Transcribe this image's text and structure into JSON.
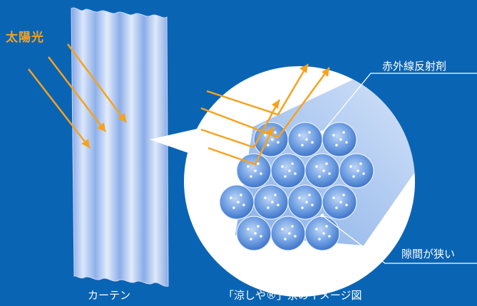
{
  "labels": {
    "sunlight": "太陽光",
    "reflector": "赤外線反射剤",
    "narrow_gap": "隙間が狭い",
    "curtain_caption": "カーテン",
    "image_caption": "「涼しや®」糸のイメージ図"
  },
  "colors": {
    "background": "#0a64b4",
    "arrow": "#f6a21e",
    "curtain_light": "#dfe9fb",
    "fiber": "#4f86d8",
    "callout_line": "#ffffff"
  }
}
